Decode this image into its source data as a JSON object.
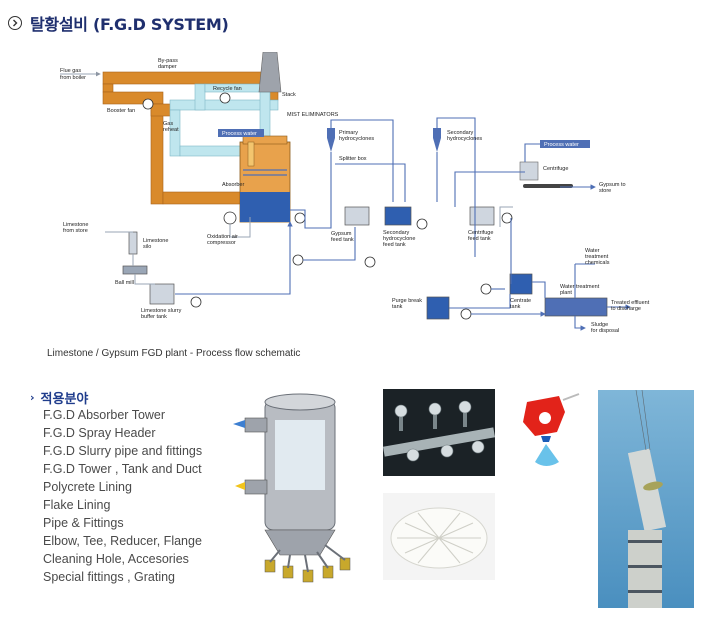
{
  "page": {
    "title": "탈황설비 (F.G.D SYSTEM)",
    "caption": "Limestone / Gypsum FGD plant  - Process flow schematic"
  },
  "schematic": {
    "labels": {
      "flue_gas": [
        "Flue gas",
        "from boiler"
      ],
      "bypass": [
        "By-pass",
        "damper"
      ],
      "stack": "Stack",
      "recycle_fan": "Recycle fan",
      "booster_fan": "Booster fan",
      "gas_reheat": [
        "Gas",
        "reheat"
      ],
      "process_water_1": "Process water",
      "mist_eliminators": "MIST ELIMINATORS",
      "absorber": "Absorber",
      "primary_hydro": [
        "Primary",
        "hydrocyclones"
      ],
      "splitter_box": "Splitter box",
      "secondary_hydro": [
        "Secondary",
        "hydrocyclones"
      ],
      "process_water_2": "Process water",
      "centrifuge": "Centrifuge",
      "gypsum_to_store": [
        "Gypsum to",
        "store"
      ],
      "limestone_from_store": [
        "Limestone",
        "from store"
      ],
      "limestone_silo": [
        "Limestone",
        "silo"
      ],
      "oxidation_air": [
        "Oxidation air",
        "compressor"
      ],
      "gypsum_feed": [
        "Gypsum",
        "feed tank"
      ],
      "secondary_feed": [
        "Secondary",
        "hydrocyclone",
        "feed tank"
      ],
      "centrifuge_feed": [
        "Centrifuge",
        "feed tank"
      ],
      "ball_mill": "Ball mill",
      "water_treatment_chem": [
        "Water",
        "treatment",
        "chemicals"
      ],
      "water_treatment_plant": [
        "Water treatment",
        "plant"
      ],
      "limestone_buffer": [
        "Limestone slurry",
        "buffer tank"
      ],
      "purge_break": [
        "Purge break",
        "tank"
      ],
      "centrate_tank": [
        "Centrate",
        "tank"
      ],
      "treated_effluent": [
        "Treated effluent",
        "to discharge"
      ],
      "sludge": [
        "Sludge",
        "for disposal"
      ]
    }
  },
  "applications": {
    "heading": "적용분야",
    "items": [
      "F.G.D Absorber Tower",
      "F.G.D Spray Header",
      "F.G.D Slurry pipe and fittings",
      "F.G.D Tower , Tank and Duct",
      "Polycrete Lining",
      "Flake Lining",
      "Pipe & Fittings",
      "Elbow, Tee, Reducer, Flange",
      "Cleaning Hole, Accesories",
      "Special fittings , Grating"
    ]
  },
  "colors": {
    "title": "#1f2f6e",
    "duct_orange": "#d98a2b",
    "duct_cyan": "#bfe6ee",
    "process_blue": "#4f6fb5",
    "slurry_blue": "#2f5fb0",
    "pipe_grey": "#9aa6b6"
  }
}
